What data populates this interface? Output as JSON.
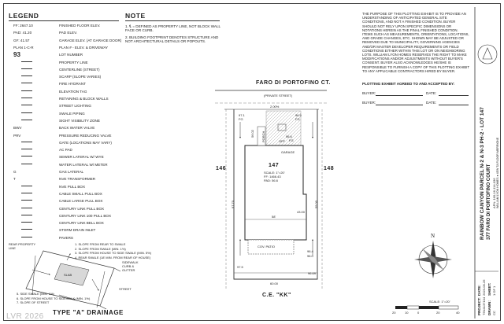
{
  "legend": {
    "title": "LEGEND",
    "items": [
      {
        "sym": "FF: 2647.10",
        "label": "FINISHED FLOOR ELEV."
      },
      {
        "sym": "PAD: 41.20",
        "label": "PAD ELEV."
      },
      {
        "sym": "GF: 41.57",
        "label": "GARAGE ELEV. (AT GARAGE DOOR)"
      },
      {
        "sym": "PLAN 1-C-R",
        "label": "PLAN # - ELEV. & DRIVEWAY"
      },
      {
        "sym": "93",
        "label": "LOT NUMBER"
      },
      {
        "sym": "",
        "label": "PROPERTY LINE"
      },
      {
        "sym": "",
        "label": "CENTERLINE (STREET)"
      },
      {
        "sym": "",
        "label": "SCARP (SLOPE VARIES)"
      },
      {
        "sym": "",
        "label": "FIRE HYDRANT"
      },
      {
        "sym": "",
        "label": "ELEVATION TAG"
      },
      {
        "sym": "",
        "label": "RETAINING & BLOCK WALLS"
      },
      {
        "sym": "",
        "label": "STREET LIGHTING"
      },
      {
        "sym": "",
        "label": "SWALE PIPING"
      },
      {
        "sym": "",
        "label": "SIGHT VISIBILITY ZONE"
      },
      {
        "sym": "BWV",
        "label": "BACK WATER VALVE"
      },
      {
        "sym": "PRV",
        "label": "PRESSURE REDUCING VALVE"
      },
      {
        "sym": "",
        "label": "GATE (LOCATIONS MAY VARY)"
      },
      {
        "sym": "",
        "label": "AC PAD"
      },
      {
        "sym": "",
        "label": "SEWER LATERAL W/ WYE"
      },
      {
        "sym": "",
        "label": "WATER LATERAL W/ METER"
      },
      {
        "sym": "G",
        "label": "GAS LATERAL"
      },
      {
        "sym": "T",
        "label": "NVE TRANSFORMER"
      },
      {
        "sym": "",
        "label": "NVE PULL BOX"
      },
      {
        "sym": "",
        "label": "CABLE SMALL PULL BOX"
      },
      {
        "sym": "",
        "label": "CABLE LARGE PULL BOX"
      },
      {
        "sym": "",
        "label": "CENTURY LINK PULL BOX"
      },
      {
        "sym": "",
        "label": "CENTURY LINK 100 PULL BOX"
      },
      {
        "sym": "",
        "label": "CENTURY LINK BELL BOX"
      },
      {
        "sym": "",
        "label": "STORM DRAIN INLET"
      },
      {
        "sym": "",
        "label": "PAVERS"
      }
    ]
  },
  "note": {
    "title": "NOTE",
    "lines": [
      "1. ℄ = DEFINED AS PROPERTY LINE, NOT BLOCK WALL FACE OR CURB.",
      "2. BUILDING FOOTPRINT DENOTES STRUCTURE AND NOT ARCHITECTURAL DETAILS OR POPOUTS."
    ]
  },
  "purpose_text": "THE PURPOSE OF THIS PLOTTING EXHIBIT IS TO PROVIDE AN UNDERSTANDING OF ANTICIPATED GENERAL SITE CONDITIONS, AND NOT A FINISHED CONDITION. BUYER SHOULD NOT RELY UPON SPECIFIC DIMENSIONS OR NOTATIONS HEREIN AS THE FINAL FINISHED CONDITION. ITEMS SUCH AS MEASUREMENTS, ORIENTATIONS, LOCATIONS, AND GRADE CHANGES, ETC. SHOWN MAY BE ADJUSTED OR REMOVED DUE TO MUNICIPALITY, GOVERNING AGENCIES AND/OR MASTER DEVELOPER REQUIREMENTS OR FIELD CONDITIONS EITHER WITHIN THIS LOT OR ON NEIGHBORING LOTS. WILLIAM LYON HOMES RESERVES THE RIGHT TO MAKE MODIFICATIONS AND/OR ADJUSTMENTS WITHOUT BUYER'S CONSENT. BUYER ALSO ACKNOWLEDGES HE/SHE IS RESPONSIBLE TO FURNISH A COPY OF THIS PLOTTING EXHIBIT TO ANY APPLICABLE CONTRACTORS HIRED BY BUYER.",
  "agreement": {
    "label": "PLOTTING EXHIBIT AGREED TO AND ACCEPTED BY:",
    "buyer_label": "BUYER:",
    "date_label": "DATE:"
  },
  "site": {
    "street_name": "FARO DI PORTOFINO CT.",
    "street_type": "(PRIVATE STREET)",
    "lot_number": "147",
    "scale_label": "SCALE: 1\"=20'",
    "ff": "FF: 1466.43",
    "pad": "PAD: 56.6",
    "garage": "GARAGE",
    "porch": "PORCH",
    "patio": "COV. PATIO",
    "left_lot": "146",
    "right_lot": "148",
    "ce": "C.E. \"KK\"",
    "slope_top": "2.00%",
    "dims": [
      "56.02",
      "96.69",
      "97.70",
      "55.00",
      "60.00",
      "43.00",
      "58'"
    ],
    "elevs": [
      "97.1",
      "96.9",
      "96.6",
      "FG",
      "FG",
      "FG",
      "97.5",
      "96.4",
      "96.0"
    ],
    "off": "OFF"
  },
  "drainage": {
    "title": "TYPE \"A\" DRAINAGE",
    "rear_label": "REAR PROPERTY LINE",
    "slab_label": "SLAB",
    "sidewalk_label": "SIDEWALK CURB & GUTTER",
    "street_label": "STREET",
    "notes_top": [
      "1. SLOPE FROM REAR TO SWALE",
      "2. SLOPE FROM SWALE (MIN. 1%)",
      "3. SLOPE FROM HOUSE TO SIDE SWALE (MIN. 5%)",
      "4. REAR SWALE (18' MIN. FROM REAR OF HOUSE)"
    ],
    "notes_bottom": [
      "5. SIDE SWALE (MIN. 1%)",
      "6. SLOPE FROM HOUSE TO SIDEWALK (MIN. 1%)",
      "7. SLOPE OF STREET"
    ]
  },
  "scale_bar": {
    "label": "SCALE: 1\"=20'",
    "ticks": [
      "20",
      "10",
      "0",
      "20",
      "40"
    ]
  },
  "title_block": {
    "main": "RAINBOW CANYON PARCEL N-2 & N-3 PH-2 - LOT 147",
    "sub": "377 FARO DI PORTOFINO COURT",
    "apn": "APN: 160-16-114-036",
    "builder": "WILLIAM LYON HOMES ● 4EW TA FLOOR MERRIONE",
    "project_label": "PROJECT:",
    "project_value": "T5N4137104",
    "date_label": "DATE:",
    "date_value": "2023-06-26",
    "drawn_label": "DRAWN:",
    "drawn_value": "CC",
    "sheet_label": "SHEET:",
    "sheet_value": "1 OF 1"
  },
  "watermark": "LVR 2026"
}
